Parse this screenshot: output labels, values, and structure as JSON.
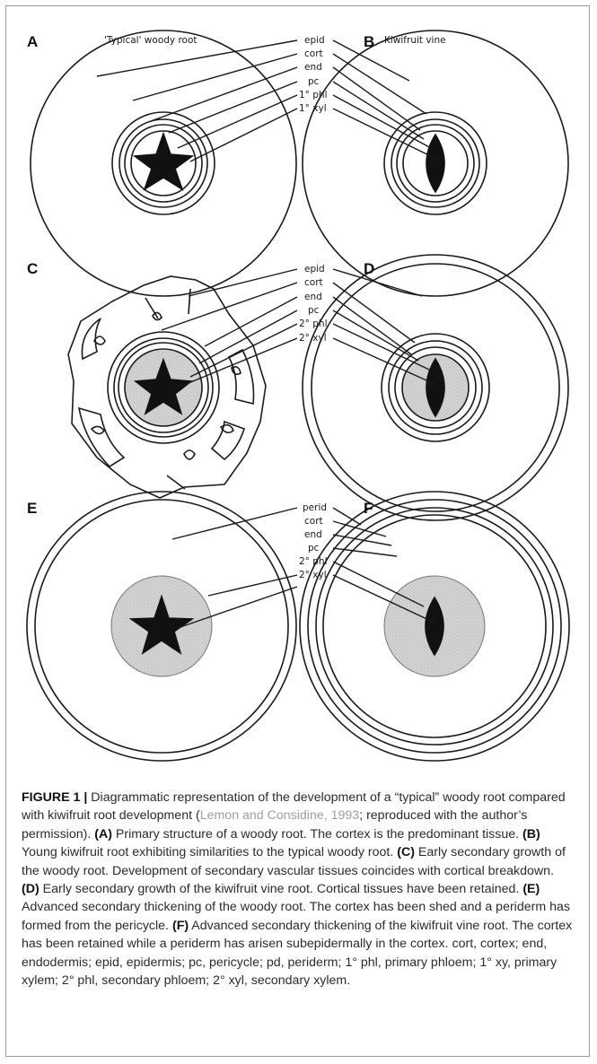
{
  "panels": {
    "A": {
      "letter": "A",
      "title": "'Typical' woody root",
      "labels": [
        "epid",
        "cort",
        "end",
        "pc",
        "1° phl",
        "1° xyl"
      ]
    },
    "B": {
      "letter": "B",
      "title": "Kiwifruit vine"
    },
    "C": {
      "letter": "C",
      "labels": [
        "epid",
        "cort",
        "end",
        "pc",
        "2° phl",
        "2° xyl"
      ]
    },
    "D": {
      "letter": "D"
    },
    "E": {
      "letter": "E",
      "labels": [
        "perid",
        "cort",
        "end",
        "pc",
        "2° phl",
        "2° xyl"
      ]
    },
    "F": {
      "letter": "F"
    }
  },
  "caption": {
    "figure_label": "FIGURE 1 |",
    "lead": "Diagrammatic representation of the development of a “typical” woody root compared with kiwifruit root development (",
    "ref": "Lemon and Considine, 1993",
    "after_ref": "; reproduced with the author’s permission).",
    "items": [
      {
        "tag": "(A)",
        "text": "Primary structure of a woody root. The cortex is the predominant tissue."
      },
      {
        "tag": "(B)",
        "text": "Young kiwifruit root exhibiting similarities to the typical woody root."
      },
      {
        "tag": "(C)",
        "text": "Early secondary growth of the woody root. Development of secondary vascular tissues coincides with cortical breakdown."
      },
      {
        "tag": "(D)",
        "text": "Early secondary growth of the kiwifruit vine root. Cortical tissues have been retained."
      },
      {
        "tag": "(E)",
        "text": "Advanced secondary thickening of the woody root. The cortex has been shed and a periderm has formed from the pericycle."
      },
      {
        "tag": "(F)",
        "text": "Advanced secondary thickening of the kiwifruit vine root. The cortex has been retained while a periderm has arisen subepidermally in the cortex."
      }
    ],
    "abbreviations": "cort, cortex; end, endodermis; epid, epidermis; pc, pericycle; pd, periderm; 1° phl, primary phloem; 1° xy, primary xylem; 2° phl, secondary phloem; 2° xyl, secondary xylem."
  }
}
